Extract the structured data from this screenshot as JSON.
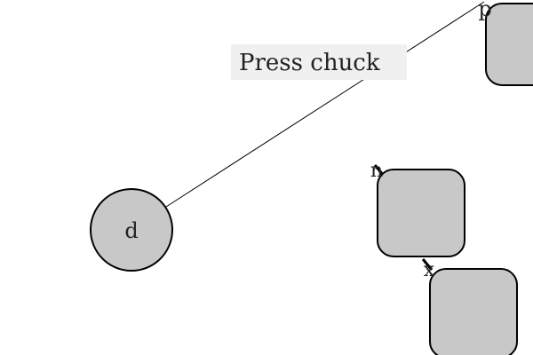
{
  "diagram": {
    "colors": {
      "node_fill": "#c8c8c8",
      "node_stroke": "#000000",
      "edge": "#000000",
      "label_box": "#f0f0f0",
      "text": "#222222"
    },
    "nodes": [
      {
        "id": "d",
        "shape": "circle",
        "label": "d"
      },
      {
        "id": "p",
        "shape": "rounded-square",
        "label": "p"
      },
      {
        "id": "n",
        "shape": "rounded-square",
        "label": "n"
      },
      {
        "id": "x",
        "shape": "rounded-square",
        "label": "x"
      }
    ],
    "edges": [
      {
        "from": "d",
        "to": "p",
        "label": "Press chuck"
      },
      {
        "from": "n",
        "to": "x",
        "label": ""
      }
    ]
  }
}
